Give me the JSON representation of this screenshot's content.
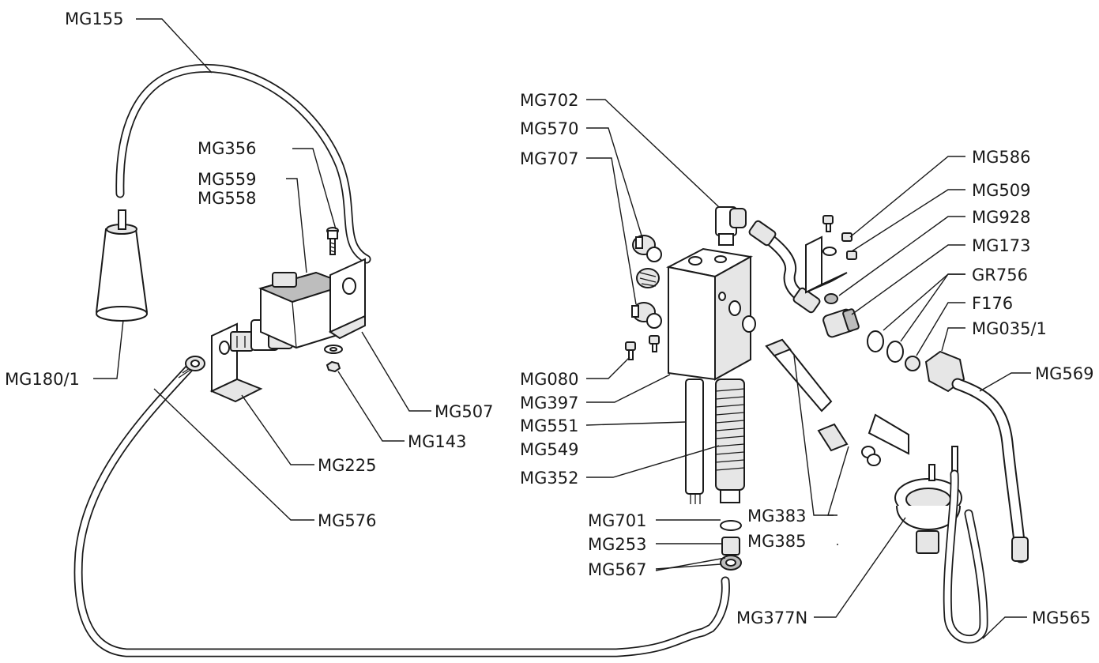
{
  "diagram": {
    "labels": {
      "mg155": "MG155",
      "mg356": "MG356",
      "mg559": "MG559",
      "mg558": "MG558",
      "mg180_1": "MG180/1",
      "mg507": "MG507",
      "mg143": "MG143",
      "mg225": "MG225",
      "mg576": "MG576",
      "mg702": "MG702",
      "mg570": "MG570",
      "mg707": "MG707",
      "mg080": "MG080",
      "mg397": "MG397",
      "mg551": "MG551",
      "mg549": "MG549",
      "mg352": "MG352",
      "mg701": "MG701",
      "mg253": "MG253",
      "mg567": "MG567",
      "mg383": "MG383",
      "mg385": "MG385",
      "mg377n": "MG377N",
      "mg586": "MG586",
      "mg509": "MG509",
      "mg928": "MG928",
      "mg173": "MG173",
      "gr756": "GR756",
      "f176": "F176",
      "mg035_1": "MG035/1",
      "mg569": "MG569",
      "mg565": "MG565"
    }
  }
}
